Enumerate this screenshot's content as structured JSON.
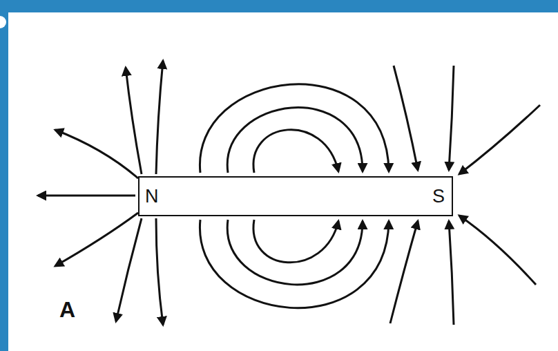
{
  "diagram": {
    "nodes": [
      {
        "text": [
          "N",
          "S"
        ]
      }
    ],
    "labels": [
      "A"
    ]
  }
}
